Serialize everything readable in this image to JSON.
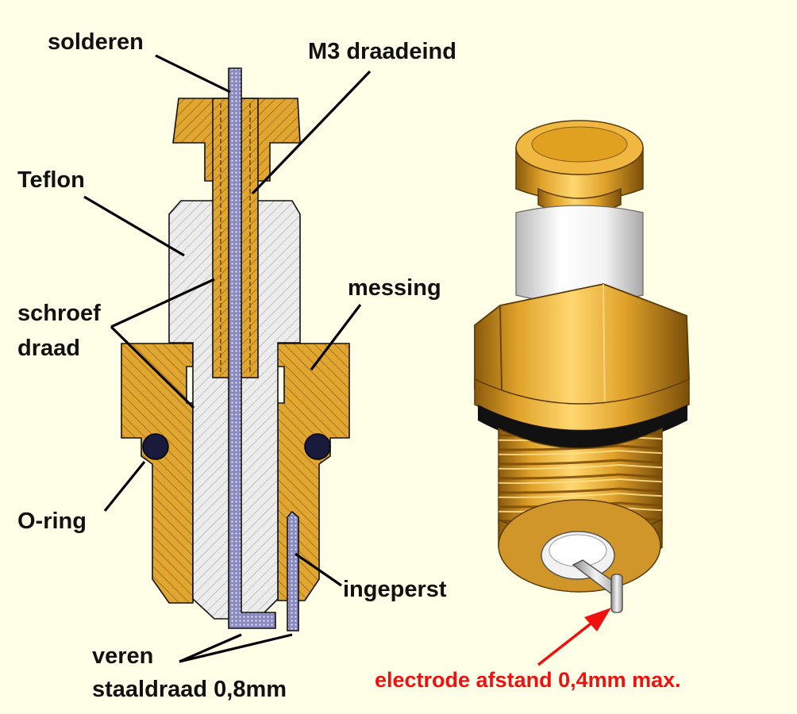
{
  "labels": {
    "solderen": "solderen",
    "m3": "M3 draadeind",
    "teflon": "Teflon",
    "schroef": "schroef",
    "draad": "draad",
    "messing": "messing",
    "oring": "O-ring",
    "ingeperst": "ingeperst",
    "veren": "veren",
    "staaldraad": "staaldraad 0,8mm",
    "electrode": "electrode afstand 0,4mm max."
  },
  "colors": {
    "background": "#ffffe8",
    "brass": "#e0a630",
    "teflon": "#e8e8e8",
    "wire": "#8a8ac0",
    "oring": "#1a1a3c",
    "callout_red": "#f01010"
  }
}
